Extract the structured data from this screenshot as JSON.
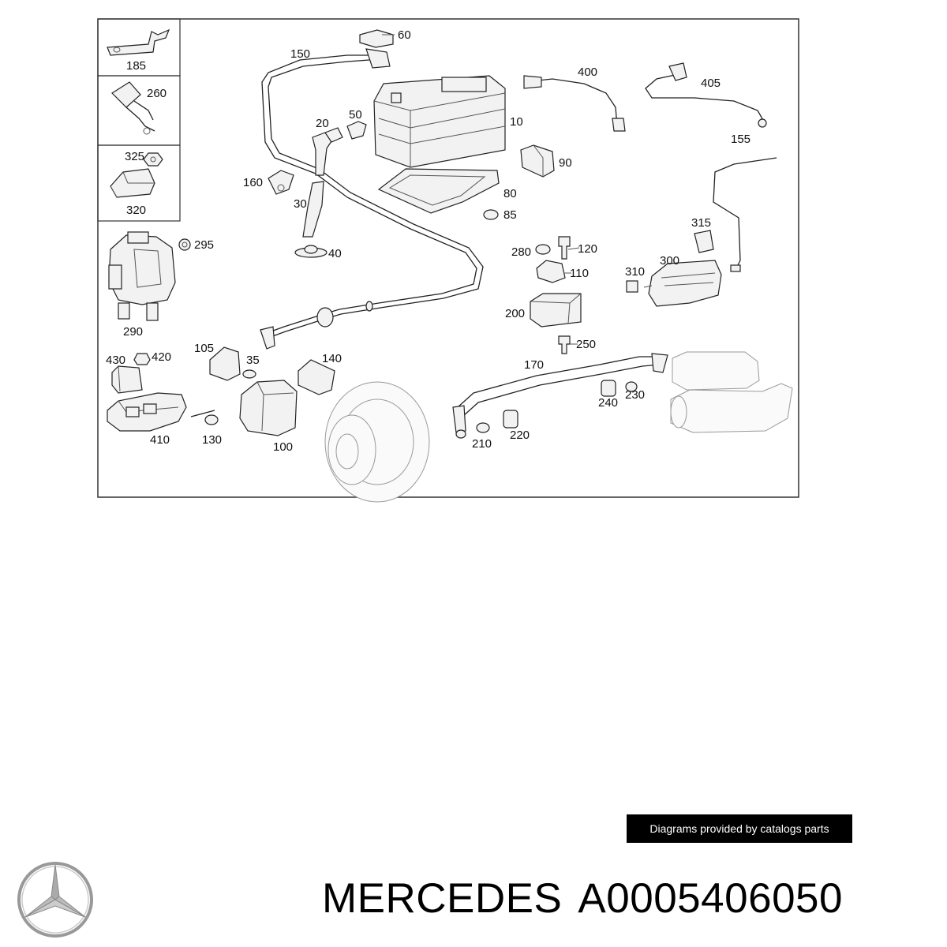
{
  "diagram": {
    "labels": {
      "l185": "185",
      "l260": "260",
      "l325": "325",
      "l320": "320",
      "l295": "295",
      "l290": "290",
      "l430": "430",
      "l420": "420",
      "l410": "410",
      "l60": "60",
      "l150": "150",
      "l20": "20",
      "l50": "50",
      "l10": "10",
      "l160": "160",
      "l30": "30",
      "l40": "40",
      "l80": "80",
      "l85": "85",
      "l90": "90",
      "l400": "400",
      "l405": "405",
      "l155": "155",
      "l315": "315",
      "l300": "300",
      "l310": "310",
      "l280": "280",
      "l120": "120",
      "l110": "110",
      "l200": "200",
      "l250": "250",
      "l105": "105",
      "l35": "35",
      "l140": "140",
      "l130": "130",
      "l100": "100",
      "l170": "170",
      "l240": "240",
      "l230": "230",
      "l210": "210",
      "l220": "220"
    }
  },
  "credit": {
    "text": "Diagrams provided by catalogs parts"
  },
  "brand": {
    "name": "MERCEDES",
    "part_number": "A0005406050"
  },
  "colors": {
    "credit_bg": "#000000",
    "credit_fg": "#ffffff",
    "text": "#000000"
  }
}
